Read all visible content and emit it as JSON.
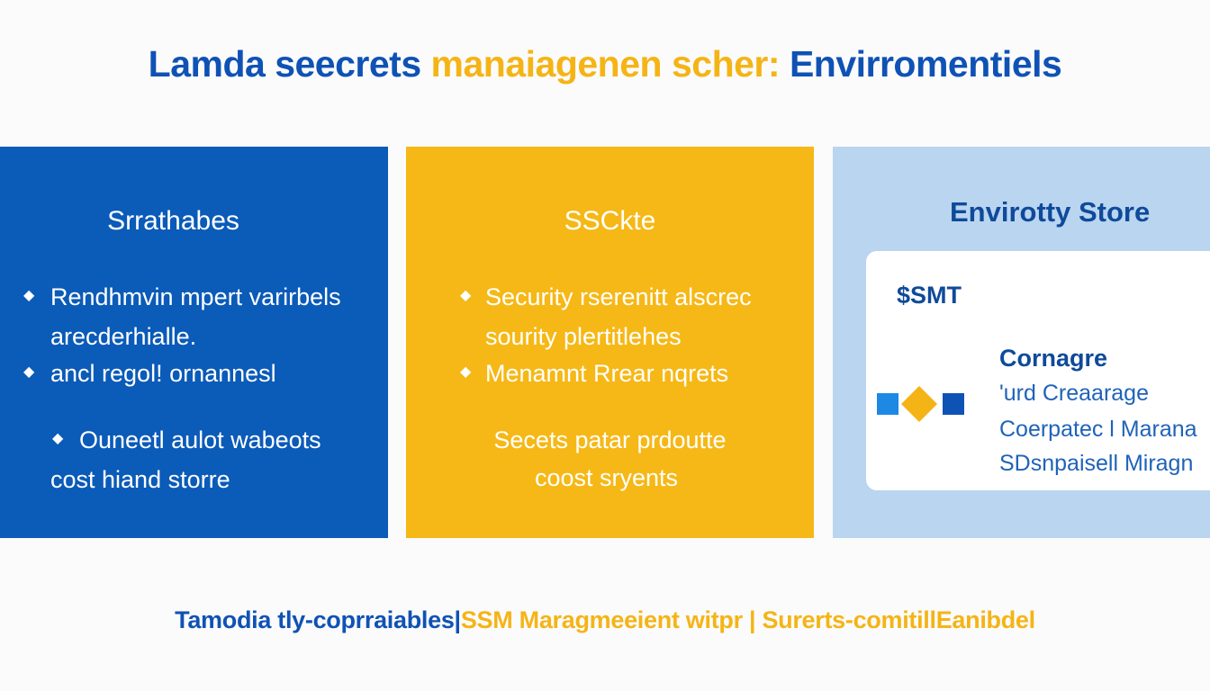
{
  "title": {
    "part1": "Lamda seecrets",
    "part2": "manaiagenen scher:",
    "part3": "Envirromentiels"
  },
  "panels": {
    "left": {
      "heading": "Srrathabes",
      "items": [
        {
          "line1": "Rendhmvin mpert varirbels",
          "line2": "arecderhialle."
        },
        {
          "line1": "ancl regol! ornannesl"
        },
        {
          "line1": "Ouneetl aulot wabeots",
          "line2": "cost hiand storre"
        }
      ]
    },
    "middle": {
      "heading": "SSCkte",
      "items": [
        {
          "line1": "Security rserenitt alscrec",
          "line2": "sourity plertitlehes"
        },
        {
          "line1": "Menamnt Rrear nqrets"
        }
      ],
      "note_line1": "Secets patar prdoutte",
      "note_line2": "coost sryents"
    },
    "right": {
      "heading": "Envirotty Store",
      "card": {
        "title": "$SMT",
        "subtitle": "Cornagre",
        "line1": "'urd Creaarage",
        "line2": "Coerpatec l Marana",
        "line3": "SDsnpaisell Miragn"
      }
    }
  },
  "footer": {
    "part1": "Tamodia tly-coprraiables|",
    "part2": "SSM Maragmeeient witpr |",
    "part3": "Surerts-comitill",
    "part4": "Eanibdel"
  },
  "colors": {
    "blue": "#0f52b5",
    "gold": "#f5b416",
    "light_blue": "#b9d5f0"
  },
  "icons": [
    "bullet-diamond-icon",
    "blue-square-icon",
    "gold-diamond-icon"
  ]
}
